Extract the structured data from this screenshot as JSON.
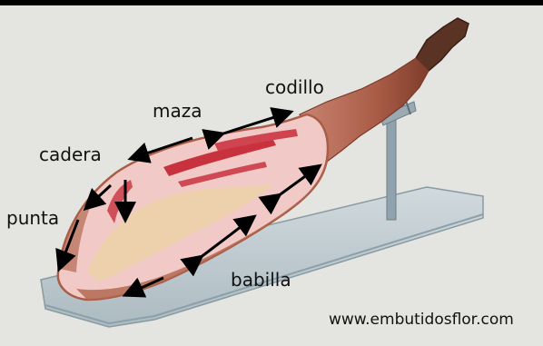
{
  "diagram": {
    "labels": {
      "codillo": "codillo",
      "maza": "maza",
      "cadera": "cadera",
      "punta": "punta",
      "babilla": "babilla"
    },
    "watermark": "www.embutidosflor.com"
  },
  "colors": {
    "background": "#e4e4e0",
    "top_bar": "#000000",
    "stand_glass": "#b9c6cc",
    "stand_pole": "#8fa2ad",
    "ham_skin": "#a95c46",
    "ham_meat": "#f1c9c6",
    "ham_fat": "#ecd2a8",
    "lean_stripe": "#c8323f",
    "arrow": "#000000",
    "label_text": "#111111"
  }
}
